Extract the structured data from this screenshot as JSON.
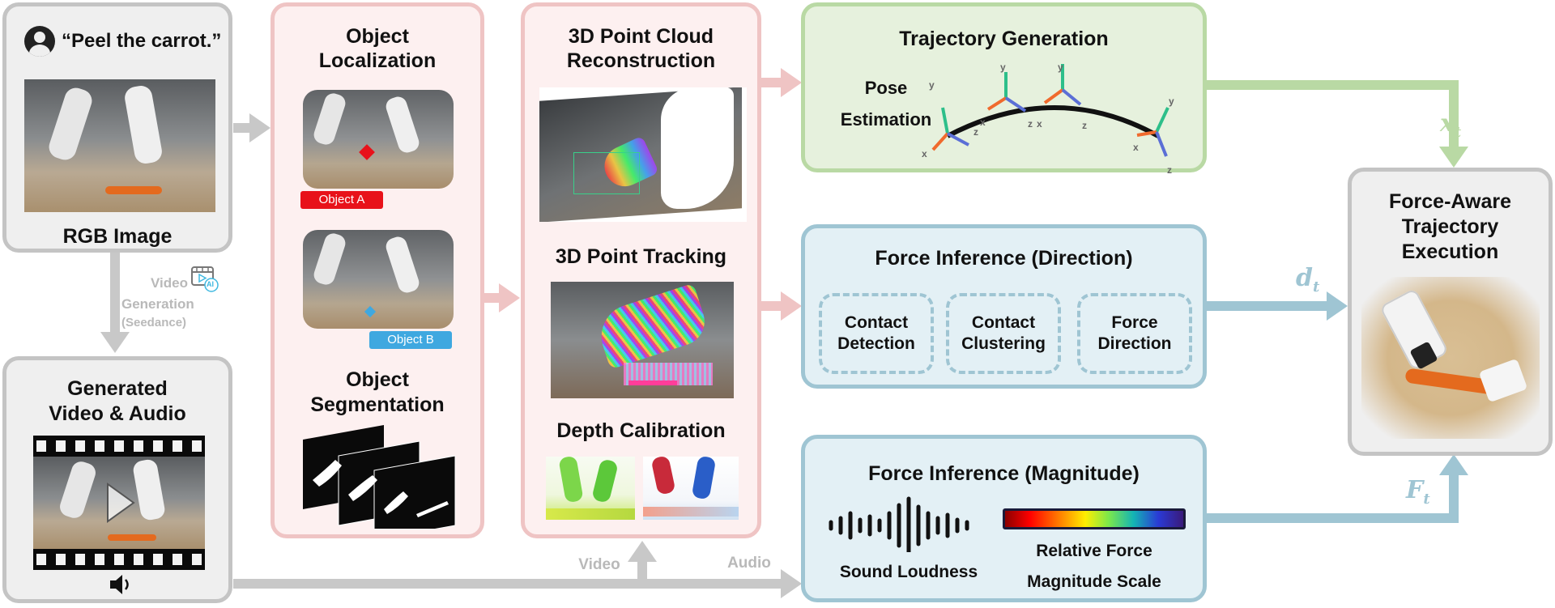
{
  "input": {
    "prompt": "“Peel the carrot.”",
    "rgb_label": "RGB Image",
    "icons": [
      "user-icon"
    ]
  },
  "video_gen": {
    "label_line1": "Video",
    "label_line2": "Generation",
    "model": "(Seedance)",
    "ai_badge": "AI"
  },
  "generated": {
    "title_line1": "Generated",
    "title_line2": "Video & Audio",
    "icons": [
      "film-strip-icon",
      "play-icon",
      "speaker-icon"
    ]
  },
  "object_panel": {
    "localization_line1": "Object",
    "localization_line2": "Localization",
    "object_a": "Object A",
    "object_b": "Object B",
    "segmentation_line1": "Object",
    "segmentation_line2": "Segmentation"
  },
  "point_panel": {
    "reconstruction_line1": "3D Point Cloud",
    "reconstruction_line2": "Reconstruction",
    "tracking": "3D Point Tracking",
    "calibration": "Depth Calibration"
  },
  "trajectory": {
    "title": "Trajectory Generation",
    "pose_line1": "Pose",
    "pose_line2": "Estimation",
    "axis_labels": {
      "x": "x",
      "y": "y",
      "z": "z"
    }
  },
  "force_direction": {
    "title": "Force Inference (Direction)",
    "steps": [
      {
        "line1": "Contact",
        "line2": "Detection"
      },
      {
        "line1": "Contact",
        "line2": "Clustering"
      },
      {
        "line1": "Force",
        "line2": "Direction"
      }
    ]
  },
  "force_magnitude": {
    "title": "Force Inference (Magnitude)",
    "loudness": "Sound Loudness",
    "scale_line1": "Relative Force",
    "scale_line2": "Magnitude Scale"
  },
  "execution": {
    "title_line1": "Force-Aware",
    "title_line2": "Trajectory",
    "title_line3": "Execution"
  },
  "arrows": {
    "video": "Video",
    "audio": "Audio",
    "xt": "x",
    "dt": "d",
    "ft": "F",
    "sub": "t"
  },
  "colors": {
    "gray_arrow": "#c8c8c8",
    "pink_arrow": "#efc4c4",
    "green_arrow": "#b9d9a4",
    "blue_arrow": "#9fc5d3",
    "object_a": "#e8121a",
    "object_b": "#3fa8e0"
  }
}
